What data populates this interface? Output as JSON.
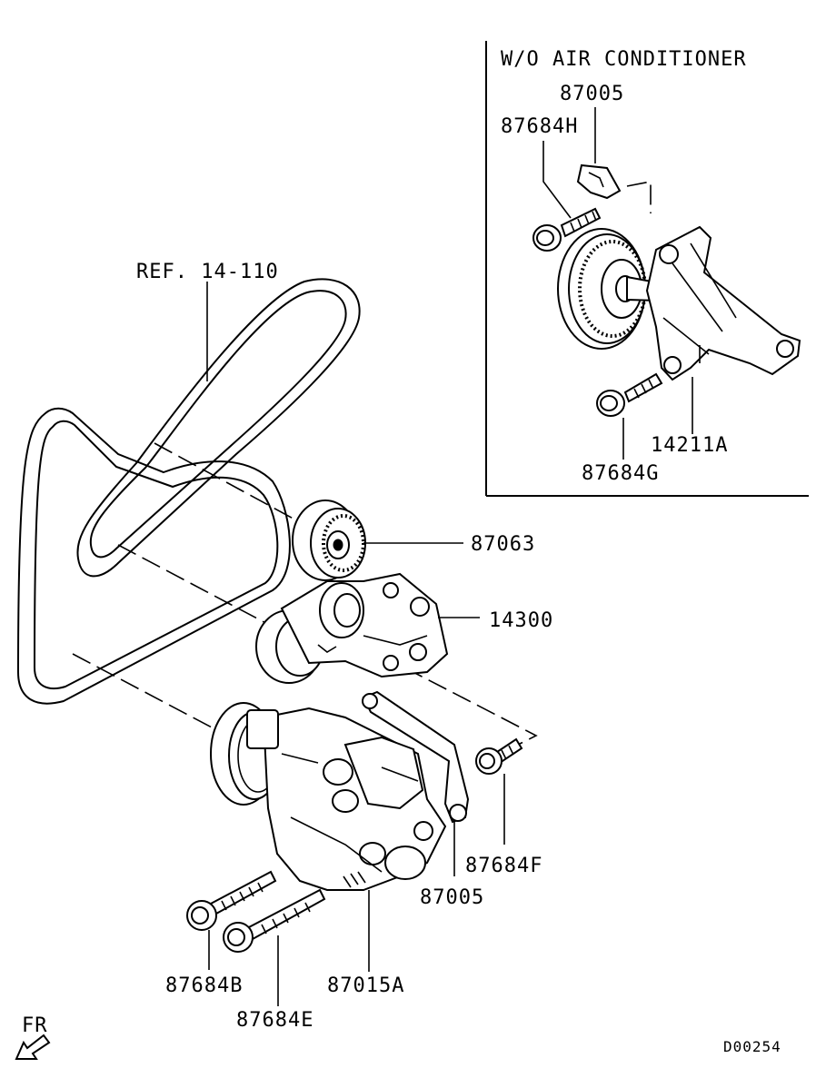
{
  "inset": {
    "title": "W/O AIR CONDITIONER",
    "labels": {
      "p87005": "87005",
      "p87684H": "87684H",
      "p14211A": "14211A",
      "p87684G": "87684G"
    }
  },
  "main": {
    "labels": {
      "ref": "REF. 14-110",
      "p87063": "87063",
      "p14300": "14300",
      "p87684F": "87684F",
      "p87005": "87005",
      "p87684B": "87684B",
      "p87015A": "87015A",
      "p87684E": "87684E"
    }
  },
  "footer": {
    "fr": "FR",
    "drawing_no": "D00254"
  },
  "icons": [
    "front-direction-arrow-icon"
  ]
}
